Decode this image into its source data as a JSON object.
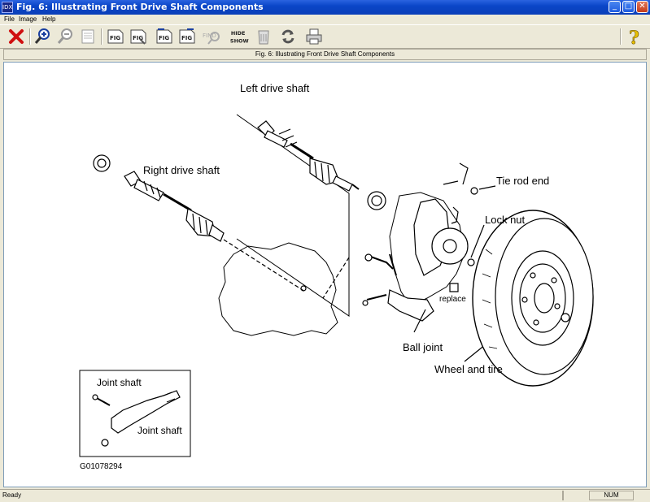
{
  "window": {
    "app_icon_text": "IDX",
    "title": "Fig. 6: Illustrating Front Drive Shaft Components",
    "minimize_glyph": "_",
    "maximize_glyph": "□",
    "close_glyph": "✕"
  },
  "menu": [
    "File",
    "Image",
    "Help"
  ],
  "toolbar": {
    "icons": [
      "close-red-x-icon",
      "zoom-in-icon",
      "zoom-out-icon",
      "fit-page-icon",
      "fig-prev-icon",
      "fig-next-icon",
      "fig-first-icon",
      "fig-last-icon",
      "find-icon",
      "hide-show-icon",
      "stop-icon",
      "refresh-icon",
      "print-icon",
      "help-icon"
    ],
    "hide_show_line1": "HIDE",
    "hide_show_line2": "SHOW",
    "fig_label": "FIG",
    "find_label": "FIND",
    "help_glyph": "?"
  },
  "caption": "Fig. 6: Illustrating Front Drive Shaft Components",
  "figure": {
    "labels": {
      "left_drive_shaft": "Left drive shaft",
      "right_drive_shaft": "Right drive shaft",
      "tie_rod_end": "Tie rod end",
      "lock_nut": "Lock nut",
      "replace": "replace",
      "ball_joint": "Ball joint",
      "wheel_and_tire": "Wheel and tire",
      "inset_joint_shaft_1": "Joint shaft",
      "inset_joint_shaft_2": "Joint shaft",
      "figure_code": "G01078294"
    }
  },
  "status": {
    "text": "Ready",
    "num": "NUM"
  }
}
